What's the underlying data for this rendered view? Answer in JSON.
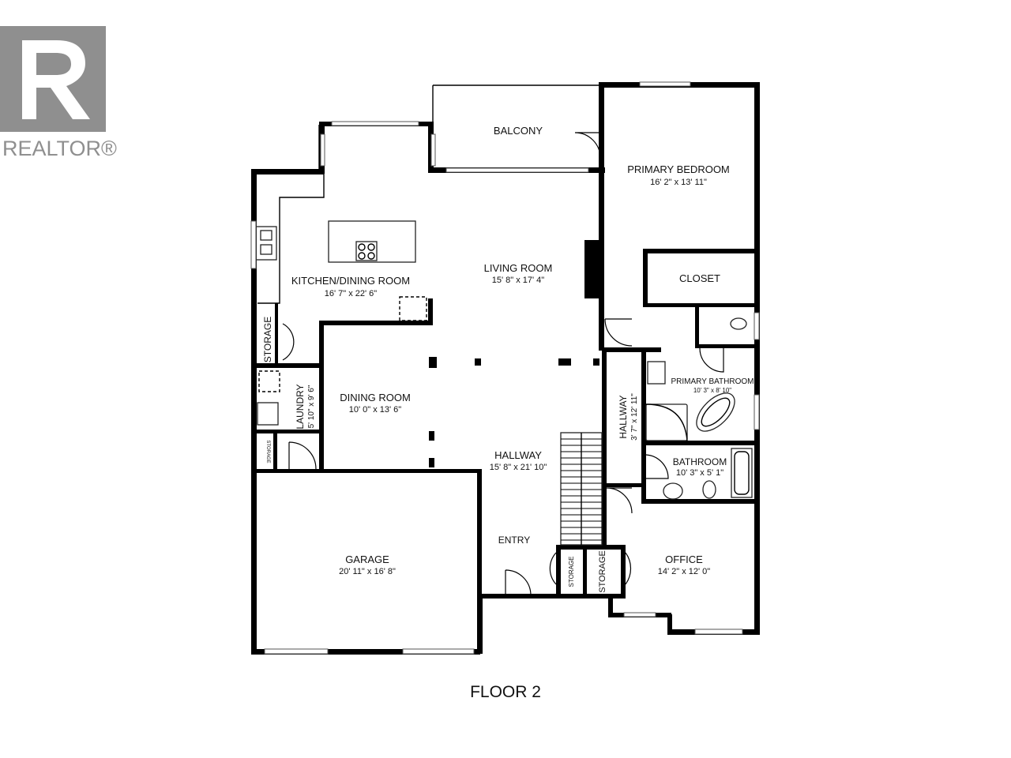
{
  "brand": {
    "name": "REALTOR®"
  },
  "floor_label": "FLOOR 2",
  "rooms": [
    {
      "id": "balcony",
      "name": "BALCONY",
      "dims": ""
    },
    {
      "id": "primary-bedroom",
      "name": "PRIMARY BEDROOM",
      "dims": "16' 2\" x 13' 11\""
    },
    {
      "id": "living-room",
      "name": "LIVING ROOM",
      "dims": "15' 8\" x 17' 4\""
    },
    {
      "id": "closet",
      "name": "CLOSET",
      "dims": ""
    },
    {
      "id": "kitchen-dining-room",
      "name": "KITCHEN/DINING ROOM",
      "dims": "16' 7\" x 22' 6\""
    },
    {
      "id": "storage-1",
      "name": "STORAGE",
      "dims": ""
    },
    {
      "id": "laundry",
      "name": "LAUNDRY",
      "dims": "5' 10\" x 9' 6\""
    },
    {
      "id": "storage-2",
      "name": "STORAGE",
      "dims": ""
    },
    {
      "id": "dining-room",
      "name": "DINING ROOM",
      "dims": "10' 0\" x 13' 6\""
    },
    {
      "id": "primary-bathroom",
      "name": "PRIMARY BATHROOM",
      "dims": "10' 3\" x 8' 10\""
    },
    {
      "id": "hallway-east",
      "name": "HALLWAY",
      "dims": "3' 7\" x 12' 11\""
    },
    {
      "id": "hallway-main",
      "name": "HALLWAY",
      "dims": "15' 8\" x 21' 10\""
    },
    {
      "id": "bathroom",
      "name": "BATHROOM",
      "dims": "10' 3\" x 5' 1\""
    },
    {
      "id": "garage",
      "name": "GARAGE",
      "dims": "20' 11\" x 16' 8\""
    },
    {
      "id": "entry",
      "name": "ENTRY",
      "dims": ""
    },
    {
      "id": "storage-3",
      "name": "STORAGE",
      "dims": ""
    },
    {
      "id": "storage-4",
      "name": "STORAGE",
      "dims": ""
    },
    {
      "id": "office",
      "name": "OFFICE",
      "dims": "14' 2\" x 12' 0\""
    }
  ],
  "colors": {
    "wall": "#000000",
    "logo": "#8f8f8f",
    "text": "#111111"
  }
}
